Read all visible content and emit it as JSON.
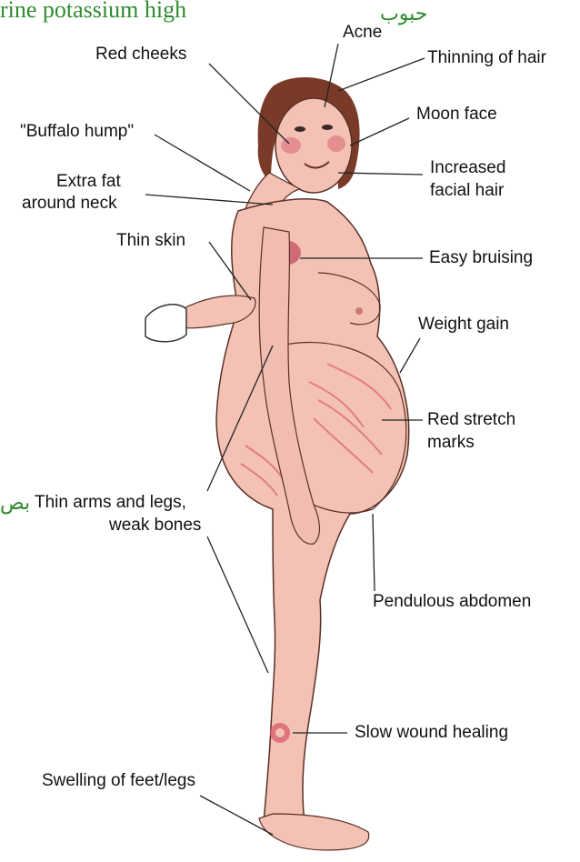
{
  "annotations": {
    "top_note": "rine potassium high",
    "arabic_acne": "حبوب",
    "arabic_side": "بص"
  },
  "labels": {
    "acne": "Acne",
    "red_cheeks": "Red cheeks",
    "thinning_hair": "Thinning of hair",
    "buffalo_hump": "\"Buffalo hump\"",
    "moon_face": "Moon face",
    "extra_fat_1": "Extra fat",
    "extra_fat_2": "around neck",
    "increased_facial_1": "Increased",
    "increased_facial_2": "facial hair",
    "thin_skin": "Thin skin",
    "easy_bruising": "Easy bruising",
    "weight_gain": "Weight gain",
    "red_stretch_1": "Red stretch",
    "red_stretch_2": "marks",
    "thin_arms_1": "Thin arms and legs,",
    "thin_arms_2": "weak bones",
    "pendulous": "Pendulous abdomen",
    "slow_wound": "Slow wound healing",
    "swelling": "Swelling of feet/legs"
  },
  "colors": {
    "skin": "#f3c2b4",
    "skin_shade": "#e8a898",
    "hair": "#7a3a28",
    "bruise": "#c2455e",
    "stretch": "#e07080",
    "annotation": "#2e8b2e"
  }
}
